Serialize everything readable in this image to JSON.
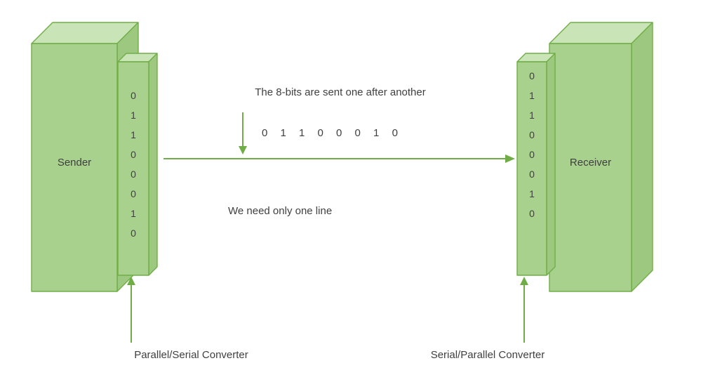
{
  "sender": {
    "label": "Sender"
  },
  "receiver": {
    "label": "Receiver"
  },
  "sender_converter": {
    "bits": [
      "0",
      "1",
      "1",
      "0",
      "0",
      "0",
      "1",
      "0"
    ],
    "label": "Parallel/Serial Converter"
  },
  "receiver_converter": {
    "bits": [
      "0",
      "1",
      "1",
      "0",
      "0",
      "0",
      "1",
      "0"
    ],
    "label": "Serial/Parallel Converter"
  },
  "annotations": {
    "top_note": "The 8-bits are sent one after another",
    "serial_bits": "0 1 1 0 0 0 1 0",
    "bottom_note": "We need only one line"
  },
  "colors": {
    "box_front": "#a9d18e",
    "box_top": "#c9e5b8",
    "box_side": "#9dc87f",
    "outline": "#70ad47",
    "arrow": "#70ad47",
    "text": "#3f3f3f"
  }
}
